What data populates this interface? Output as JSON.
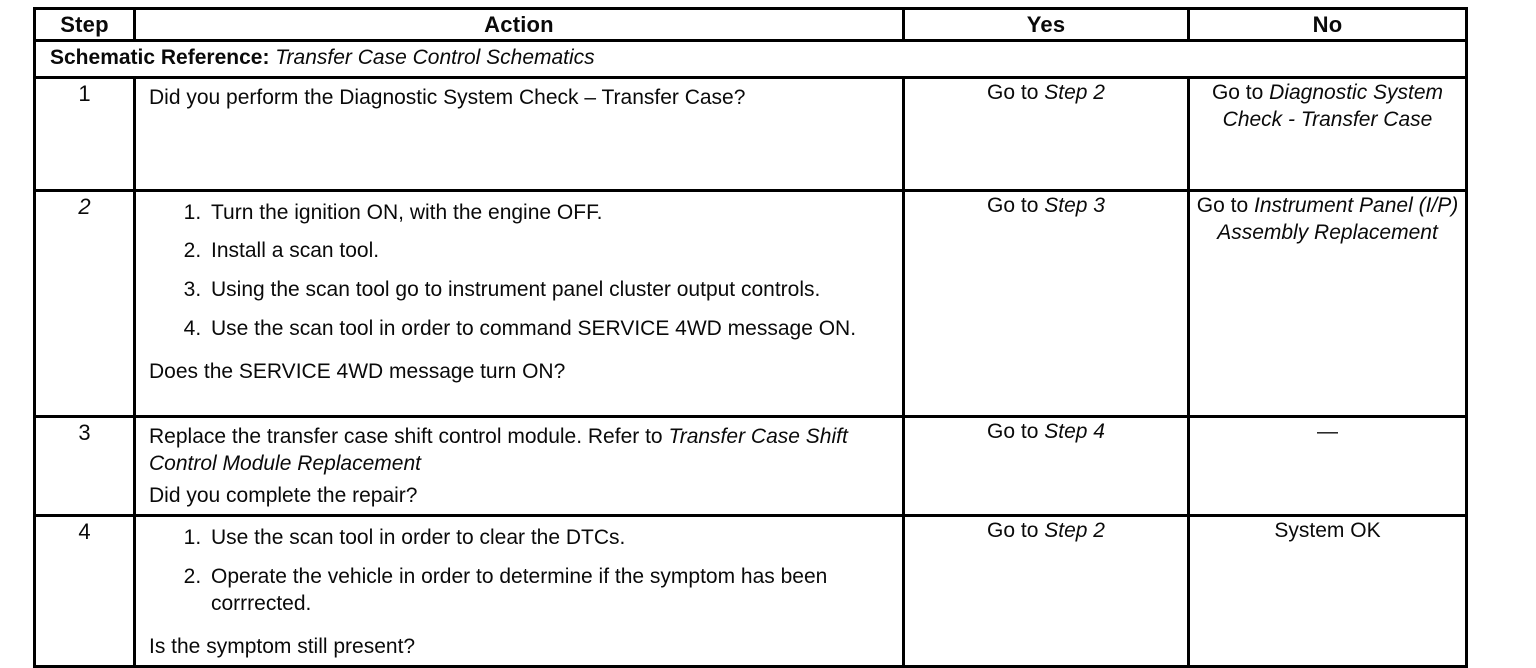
{
  "accent_colors": {
    "ink": "#0a0a0a",
    "paper": "#ffffff"
  },
  "table": {
    "headers": {
      "step": "Step",
      "action": "Action",
      "yes": "Yes",
      "no": "No"
    },
    "schematic": {
      "label": "Schematic Reference:",
      "value": "Transfer Case Control Schematics"
    },
    "rows": [
      {
        "step": "1",
        "action": {
          "intro_plain": "Did you perform the Diagnostic System Check – Transfer Case?"
        },
        "yes": {
          "prefix": "Go to",
          "target": "Step 2"
        },
        "no": {
          "prefix": "Go to",
          "target": "Diagnostic System Check - Transfer Case"
        }
      },
      {
        "step": "2",
        "action": {
          "items": [
            "Turn the ignition ON, with the engine OFF.",
            "Install a scan tool.",
            "Using the scan tool go to instrument panel cluster output controls.",
            "Use the scan tool in order to command SERVICE 4WD message ON."
          ],
          "question": "Does the SERVICE 4WD message turn ON?"
        },
        "yes": {
          "prefix": "Go to",
          "target": "Step 3"
        },
        "no": {
          "prefix": "Go to",
          "target": "Instrument Panel (I/P) Assembly Replacement"
        }
      },
      {
        "step": "3",
        "action": {
          "intro_plain": "Replace the transfer case shift control module. Refer to",
          "intro_italic": "Transfer Case Shift Control Module Replacement",
          "question": "Did you complete the repair?"
        },
        "yes": {
          "prefix": "Go to",
          "target": "Step 4"
        },
        "no": {
          "text": "—"
        }
      },
      {
        "step": "4",
        "action": {
          "items": [
            "Use the scan tool in order to clear the DTCs.",
            "Operate the vehicle in order to determine if the symptom has been corrrected."
          ],
          "question": "Is the symptom still present?"
        },
        "yes": {
          "prefix": "Go to",
          "target": "Step 2"
        },
        "no": {
          "text": "System OK"
        }
      }
    ]
  }
}
